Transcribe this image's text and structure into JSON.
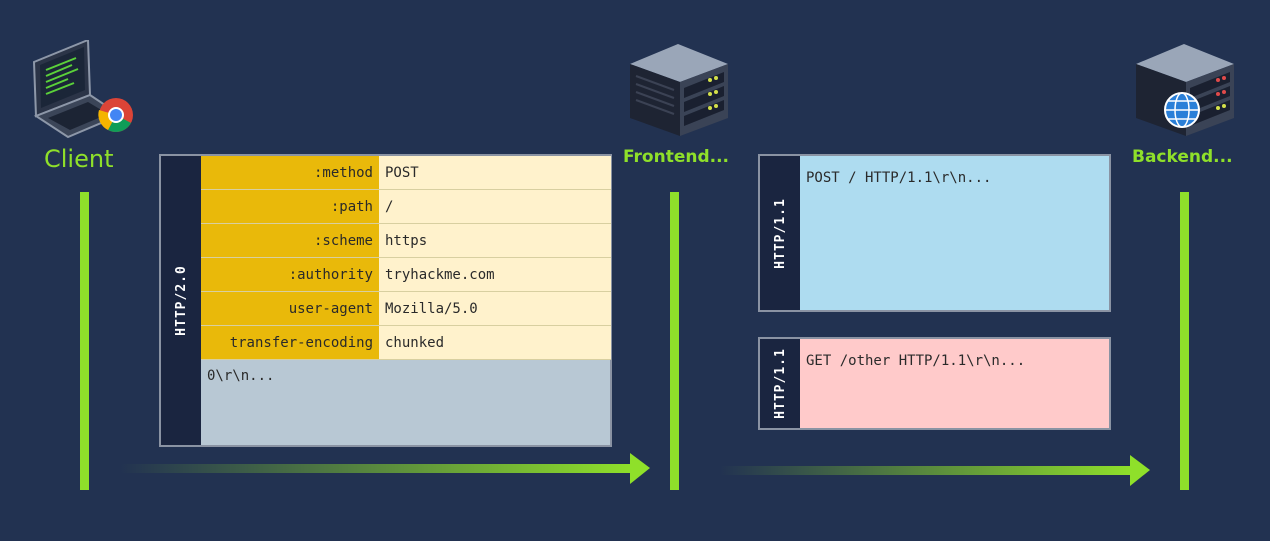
{
  "nodes": {
    "client": "Client",
    "frontend": "Frontend...",
    "backend": "Backend..."
  },
  "http2_box": {
    "protocol": "HTTP/2.0",
    "headers": [
      {
        "key": ":method",
        "value": "POST"
      },
      {
        "key": ":path",
        "value": "/"
      },
      {
        "key": ":scheme",
        "value": "https"
      },
      {
        "key": ":authority",
        "value": "tryhackme.com"
      },
      {
        "key": "user-agent",
        "value": "Mozilla/5.0"
      },
      {
        "key": "transfer-encoding",
        "value": "chunked"
      }
    ],
    "body": "0\\r\\n..."
  },
  "request1": {
    "protocol": "HTTP/1.1",
    "text": "POST / HTTP/1.1\\r\\n..."
  },
  "request2": {
    "protocol": "HTTP/1.1",
    "text": "GET /other HTTP/1.1\\r\\n..."
  },
  "colors": {
    "accent": "#8fe02a",
    "background": "#223251",
    "header_key": "#e9b90a",
    "header_value": "#fff2cc",
    "body": "#b8c8d4",
    "request1": "#aedcf0",
    "request2": "#ffcaca"
  }
}
